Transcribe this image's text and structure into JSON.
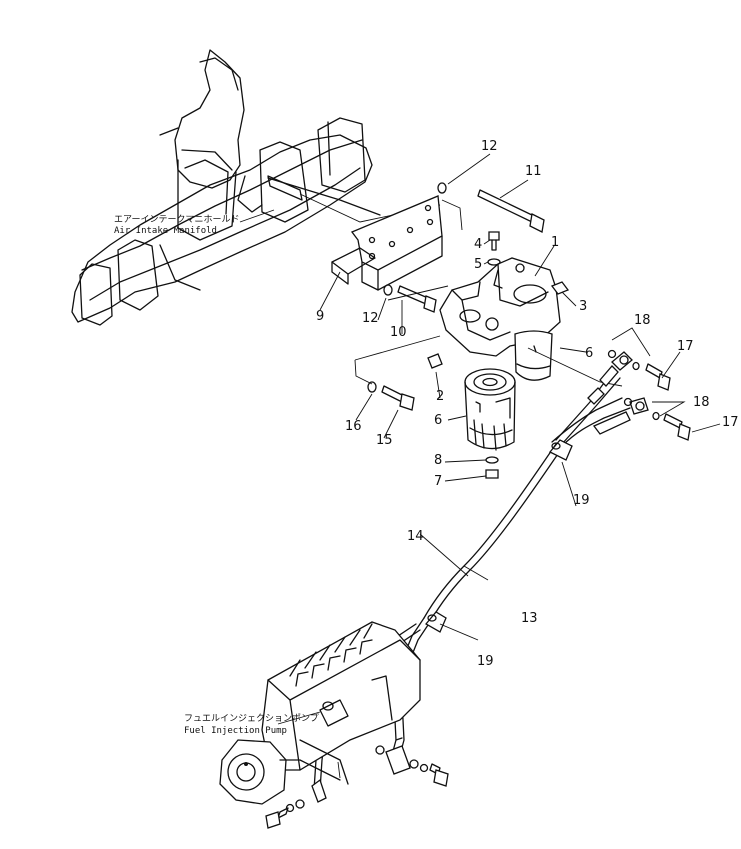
{
  "labels": {
    "intake_jp": "エアーインテークマニホールド",
    "intake_en": "Air Intake Manifold",
    "pump_jp": "フュエルインジェクションポンプ",
    "pump_en": "Fuel Injection Pump"
  },
  "parts": [
    "1",
    "2",
    "3",
    "4",
    "5",
    "6",
    "6",
    "7",
    "8",
    "9",
    "10",
    "11",
    "12",
    "12",
    "13",
    "14",
    "15",
    "16",
    "17",
    "17",
    "18",
    "18",
    "19",
    "19"
  ]
}
